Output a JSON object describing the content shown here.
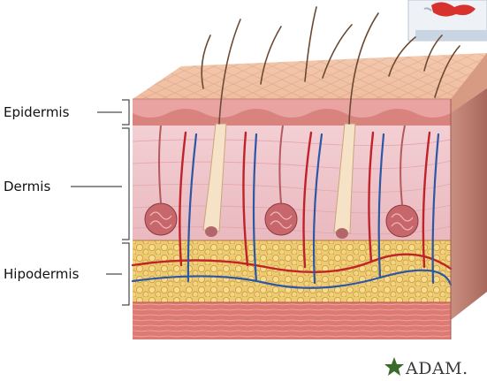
{
  "labels": {
    "epidermis": "Epidermis",
    "dermis": "Dermis",
    "hypodermis": "Hipodermis"
  },
  "logo": {
    "text": "ADAM."
  },
  "colors": {
    "epidermis_top": "#f4c3a8",
    "epidermis_band": "#e79a9a",
    "dermis": "#f2c8cd",
    "hypodermis_fat": "#e9c66a",
    "muscle": "#d9736e",
    "artery": "#c0222a",
    "vein": "#2b57a5",
    "hair": "#6b4a33",
    "logo_star": "#3b6b2a",
    "corner_badge": "#d8322f"
  }
}
